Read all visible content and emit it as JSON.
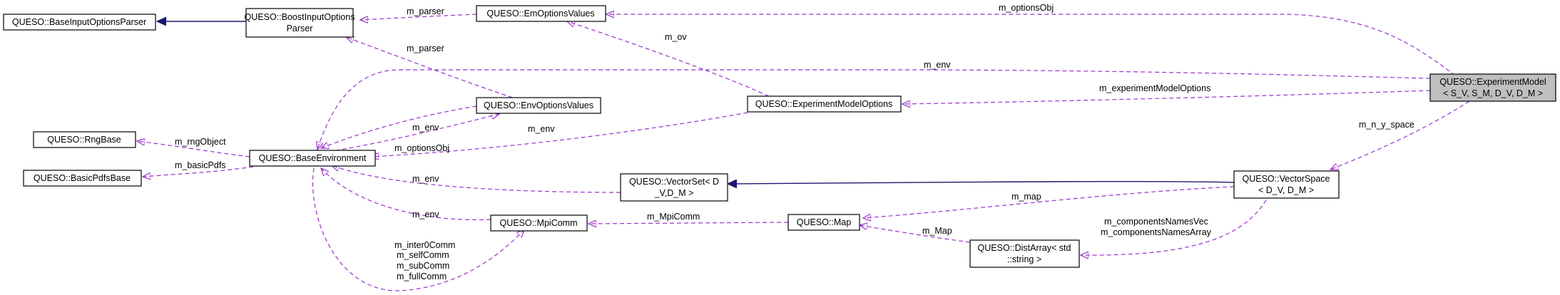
{
  "nodes": {
    "experiment_model": [
      "QUESO::ExperimentModel",
      "< S_V, S_M, D_V, D_M >"
    ],
    "base_input_options_parser": [
      "QUESO::BaseInputOptionsParser"
    ],
    "boost_input_options_parser": [
      "QUESO::BoostInputOptions",
      "Parser"
    ],
    "em_options_values": [
      "QUESO::EmOptionsValues"
    ],
    "env_options_values": [
      "QUESO::EnvOptionsValues"
    ],
    "experiment_model_options": [
      "QUESO::ExperimentModelOptions"
    ],
    "rng_base": [
      "QUESO::RngBase"
    ],
    "basic_pdfs_base": [
      "QUESO::BasicPdfsBase"
    ],
    "base_environment": [
      "QUESO::BaseEnvironment"
    ],
    "vector_set": [
      "QUESO::VectorSet< D",
      "_V,D_M >"
    ],
    "vector_space": [
      "QUESO::VectorSpace",
      "< D_V, D_M >"
    ],
    "mpi_comm": [
      "QUESO::MpiComm"
    ],
    "map": [
      "QUESO::Map"
    ],
    "dist_array": [
      "QUESO::DistArray< std",
      "::string >"
    ]
  },
  "edge_labels": {
    "options_obj_top": "m_optionsObj",
    "parser_top": "m_parser",
    "parser_mid": "m_parser",
    "ov": "m_ov",
    "env_long": "m_env",
    "experiment_model_options": "m_experimentModelOptions",
    "env_envopts": "m_env",
    "options_obj_env": "m_optionsObj",
    "env_options": "m_env",
    "rng_object": "m_rngObject",
    "basic_pdfs": "m_basicPdfs",
    "n_y_space": "m_n_y_space",
    "env_vectorset": "m_env",
    "map": "m_map",
    "env_mpicomm": "m_env",
    "mpi_comm": "m_MpiComm",
    "map_dist": "m_Map",
    "components_names": [
      "m_componentsNamesVec",
      "m_componentsNamesArray"
    ],
    "comms": [
      "m_inter0Comm",
      "m_selfComm",
      "m_subComm",
      "m_fullComm"
    ]
  }
}
